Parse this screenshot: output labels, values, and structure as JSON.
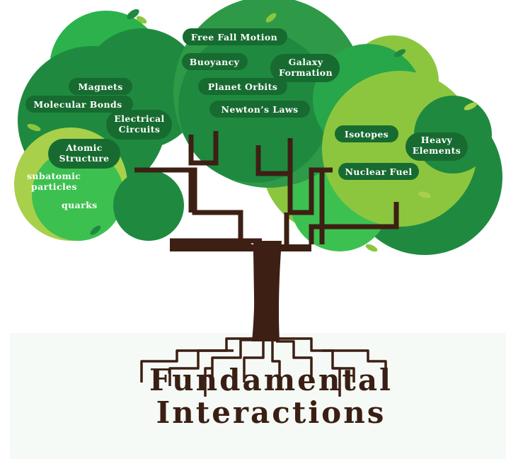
{
  "title": {
    "line1": "Fundamental",
    "line2": "Interactions"
  },
  "colors": {
    "dark_green": "#1f8a3f",
    "mid_green": "#27a64a",
    "bright_green": "#3cc150",
    "lime_green": "#8cc63f",
    "light_lime": "#a9d04a",
    "trunk_brown": "#3d1f14",
    "ground": "#f6faf6"
  },
  "labels": {
    "free_fall": "Free Fall Motion",
    "buoyancy": "Buoyancy",
    "galaxy_1": "Galaxy",
    "galaxy_2": "Formation",
    "magnets": "Magnets",
    "planet_orbits": "Planet Orbits",
    "molecular_bonds": "Molecular Bonds",
    "newtons_laws": "Newton’s Laws",
    "electrical_1": "Electrical",
    "electrical_2": "Circuits",
    "isotopes": "Isotopes",
    "heavy_1": "Heavy",
    "heavy_2": "Elements",
    "atomic_1": "Atomic",
    "atomic_2": "Structure",
    "nuclear_fuel": "Nuclear Fuel",
    "subatomic_1": "subatomic",
    "subatomic_2": "particles",
    "quarks": "quarks"
  }
}
